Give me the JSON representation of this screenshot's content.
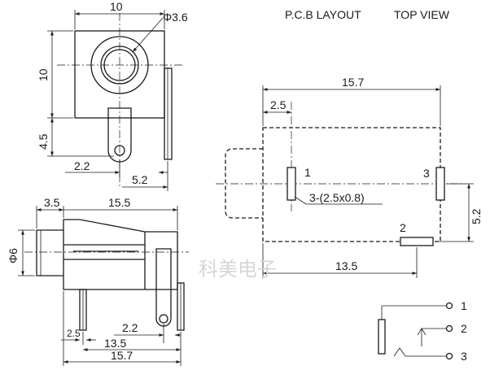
{
  "headings": {
    "pcb_layout": "P.C.B LAYOUT",
    "top_view": "TOP VIEW"
  },
  "front_view": {
    "width": "10",
    "hole_dia": "Φ3.6",
    "height": "10",
    "lower": "4.5",
    "pin_offset": "2.2",
    "pin_right": "5.2"
  },
  "side_view": {
    "front_len": "3.5",
    "body_len": "15.5",
    "dia": "Φ6",
    "bottom_pin": "2.5",
    "pin_gap": "2.2",
    "span": "13.5",
    "total": "15.7"
  },
  "pcb": {
    "total": "15.7",
    "offset": "2.5",
    "pad_spacing": "5.2",
    "length": "13.5",
    "pad_size": "3-(2.5x0.8)",
    "pin1": "1",
    "pin2": "2",
    "pin3": "3"
  },
  "schematic": {
    "pin1": "1",
    "pin2": "2",
    "pin3": "3"
  },
  "watermark": "科美电子"
}
